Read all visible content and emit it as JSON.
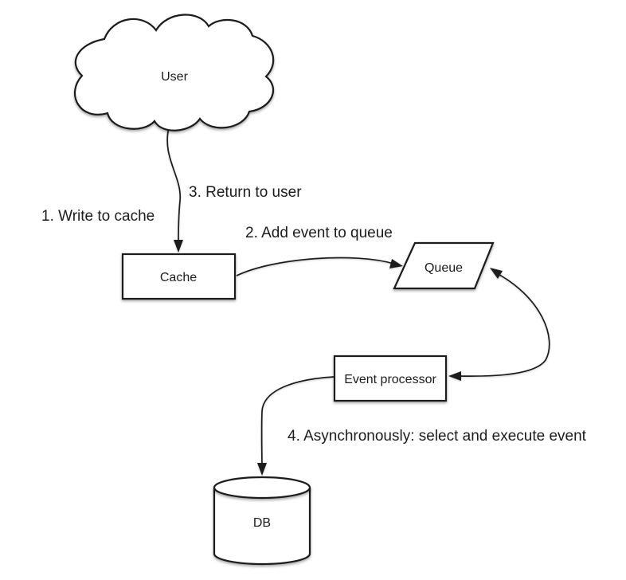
{
  "colors": {
    "background": "#ffffff",
    "stroke": "#1c1c1c",
    "shape_fill": "#ffffff",
    "text": "#1c1c1c"
  },
  "diagram": {
    "nodes": [
      {
        "id": "user",
        "shape": "cloud",
        "label": "User"
      },
      {
        "id": "cache",
        "shape": "rectangle",
        "label": "Cache"
      },
      {
        "id": "queue",
        "shape": "parallelogram",
        "label": "Queue"
      },
      {
        "id": "event-processor",
        "shape": "rectangle",
        "label": "Event processor"
      },
      {
        "id": "db",
        "shape": "cylinder",
        "label": "DB"
      }
    ],
    "edge_labels": {
      "step1": "1. Write to cache",
      "step2": "2. Add event to queue",
      "step3": "3. Return to user",
      "step4": "4. Asynchronously: select and execute event"
    },
    "edges": [
      {
        "from": "user",
        "to": "cache",
        "style": "curved-arrow",
        "labels": [
          "1. Write to cache",
          "3. Return to user"
        ]
      },
      {
        "from": "cache",
        "to": "queue",
        "style": "curved-arrow",
        "labels": [
          "2. Add event to queue"
        ]
      },
      {
        "from": "event-processor",
        "to": "queue",
        "style": "curved-double-arrow",
        "labels": []
      },
      {
        "from": "event-processor",
        "to": "db",
        "style": "curved-arrow",
        "labels": [
          "4. Asynchronously: select and execute event"
        ]
      }
    ]
  }
}
